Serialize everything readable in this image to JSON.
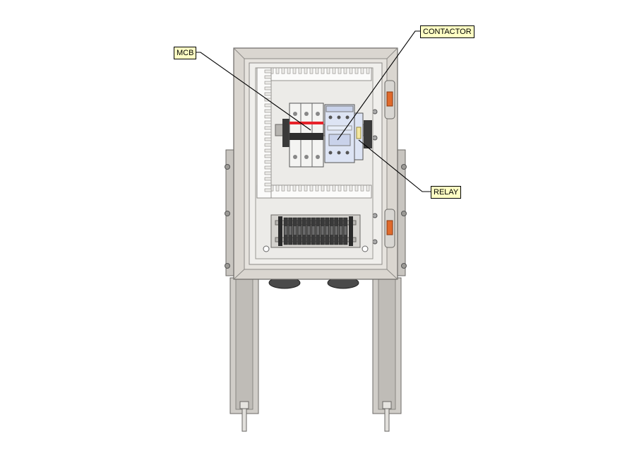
{
  "diagram": {
    "colors": {
      "frame": "#dad6d0",
      "frame_edge": "#8c8a86",
      "backplate": "#ecebe8",
      "steel": "#b6b4b0",
      "mcb": "#f4f4f2",
      "mcb_band": "#e8232a",
      "contactor": "#dde4f4",
      "relay_accent": "#f3e7a0",
      "terminal": "#3a3a3a",
      "hinge": "#e06a2c",
      "callout_fill": "#ffffc4"
    },
    "callouts": {
      "mcb": "MCB",
      "contactor": "CONTACTOR",
      "relay": "RELAY"
    }
  }
}
